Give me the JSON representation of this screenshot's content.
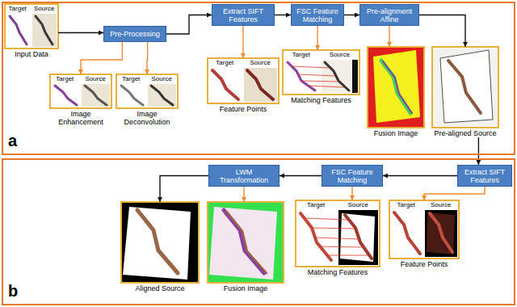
{
  "diagram": {
    "nodes": [
      {
        "text": [
          "a"
        ]
      },
      {
        "text": [
          "Target",
          "Source",
          "Input Data"
        ],
        "in": 0
      },
      {
        "text": [
          "Pre-Processing"
        ],
        "in": 0
      },
      {
        "text": [
          "Extract SIFT Features"
        ],
        "in": 0
      },
      {
        "text": [
          "FSC Feature Matching"
        ],
        "in": 0
      },
      {
        "text": [
          "Pre-alignment Affine"
        ],
        "in": 0
      },
      {
        "text": [
          "Target",
          "Source",
          "Image Enhancement"
        ],
        "in": 0
      },
      {
        "text": [
          "Target",
          "Source",
          "Image Deconvolution"
        ],
        "in": 0
      },
      {
        "text": [
          "Target",
          "Source",
          "Feature Points"
        ],
        "in": 0
      },
      {
        "text": [
          "Target",
          "Source",
          "Matching Features"
        ],
        "in": 0
      },
      {
        "text": [
          "Fusion Image"
        ],
        "in": 0
      },
      {
        "text": [
          "Pre-aligned Source"
        ],
        "in": 0
      },
      {
        "text": [
          "b"
        ]
      },
      {
        "text": [
          "LWM Transformation"
        ],
        "in": 12
      },
      {
        "text": [
          "FSC Feature Matching"
        ],
        "in": 12
      },
      {
        "text": [
          "Extract SIFT Features"
        ],
        "in": 12
      },
      {
        "text": [
          "Aligned Source"
        ],
        "in": 12
      },
      {
        "text": [
          "Fusion Image"
        ],
        "in": 12
      },
      {
        "text": [
          "Target",
          "Source",
          "Matching Features"
        ],
        "in": 12
      },
      {
        "text": [
          "Target",
          "Source",
          "Feature Points"
        ],
        "in": 12
      }
    ],
    "edges": [
      {
        "from": 1,
        "to": 2,
        "arrow": "to"
      },
      {
        "from": 2,
        "to": 3,
        "arrow": "to"
      },
      {
        "from": 3,
        "to": 4,
        "arrow": "to"
      },
      {
        "from": 4,
        "to": 5,
        "arrow": "to"
      },
      {
        "from": 5,
        "to": 11,
        "arrow": "to"
      },
      {
        "from": 2,
        "to": 6,
        "arrow": "to"
      },
      {
        "from": 2,
        "to": 7,
        "arrow": "to"
      },
      {
        "from": 3,
        "to": 8,
        "arrow": "to"
      },
      {
        "from": 4,
        "to": 9,
        "arrow": "to"
      },
      {
        "from": 5,
        "to": 10,
        "arrow": "to"
      },
      {
        "from": 11,
        "to": 15,
        "arrow": "to"
      },
      {
        "from": 15,
        "to": 14,
        "arrow": "to"
      },
      {
        "from": 14,
        "to": 13,
        "arrow": "to"
      },
      {
        "from": 13,
        "to": 16,
        "arrow": "to"
      },
      {
        "from": 15,
        "to": 19,
        "arrow": "to"
      },
      {
        "from": 14,
        "to": 18,
        "arrow": "to"
      },
      {
        "from": 13,
        "to": 17,
        "arrow": "to"
      }
    ]
  }
}
